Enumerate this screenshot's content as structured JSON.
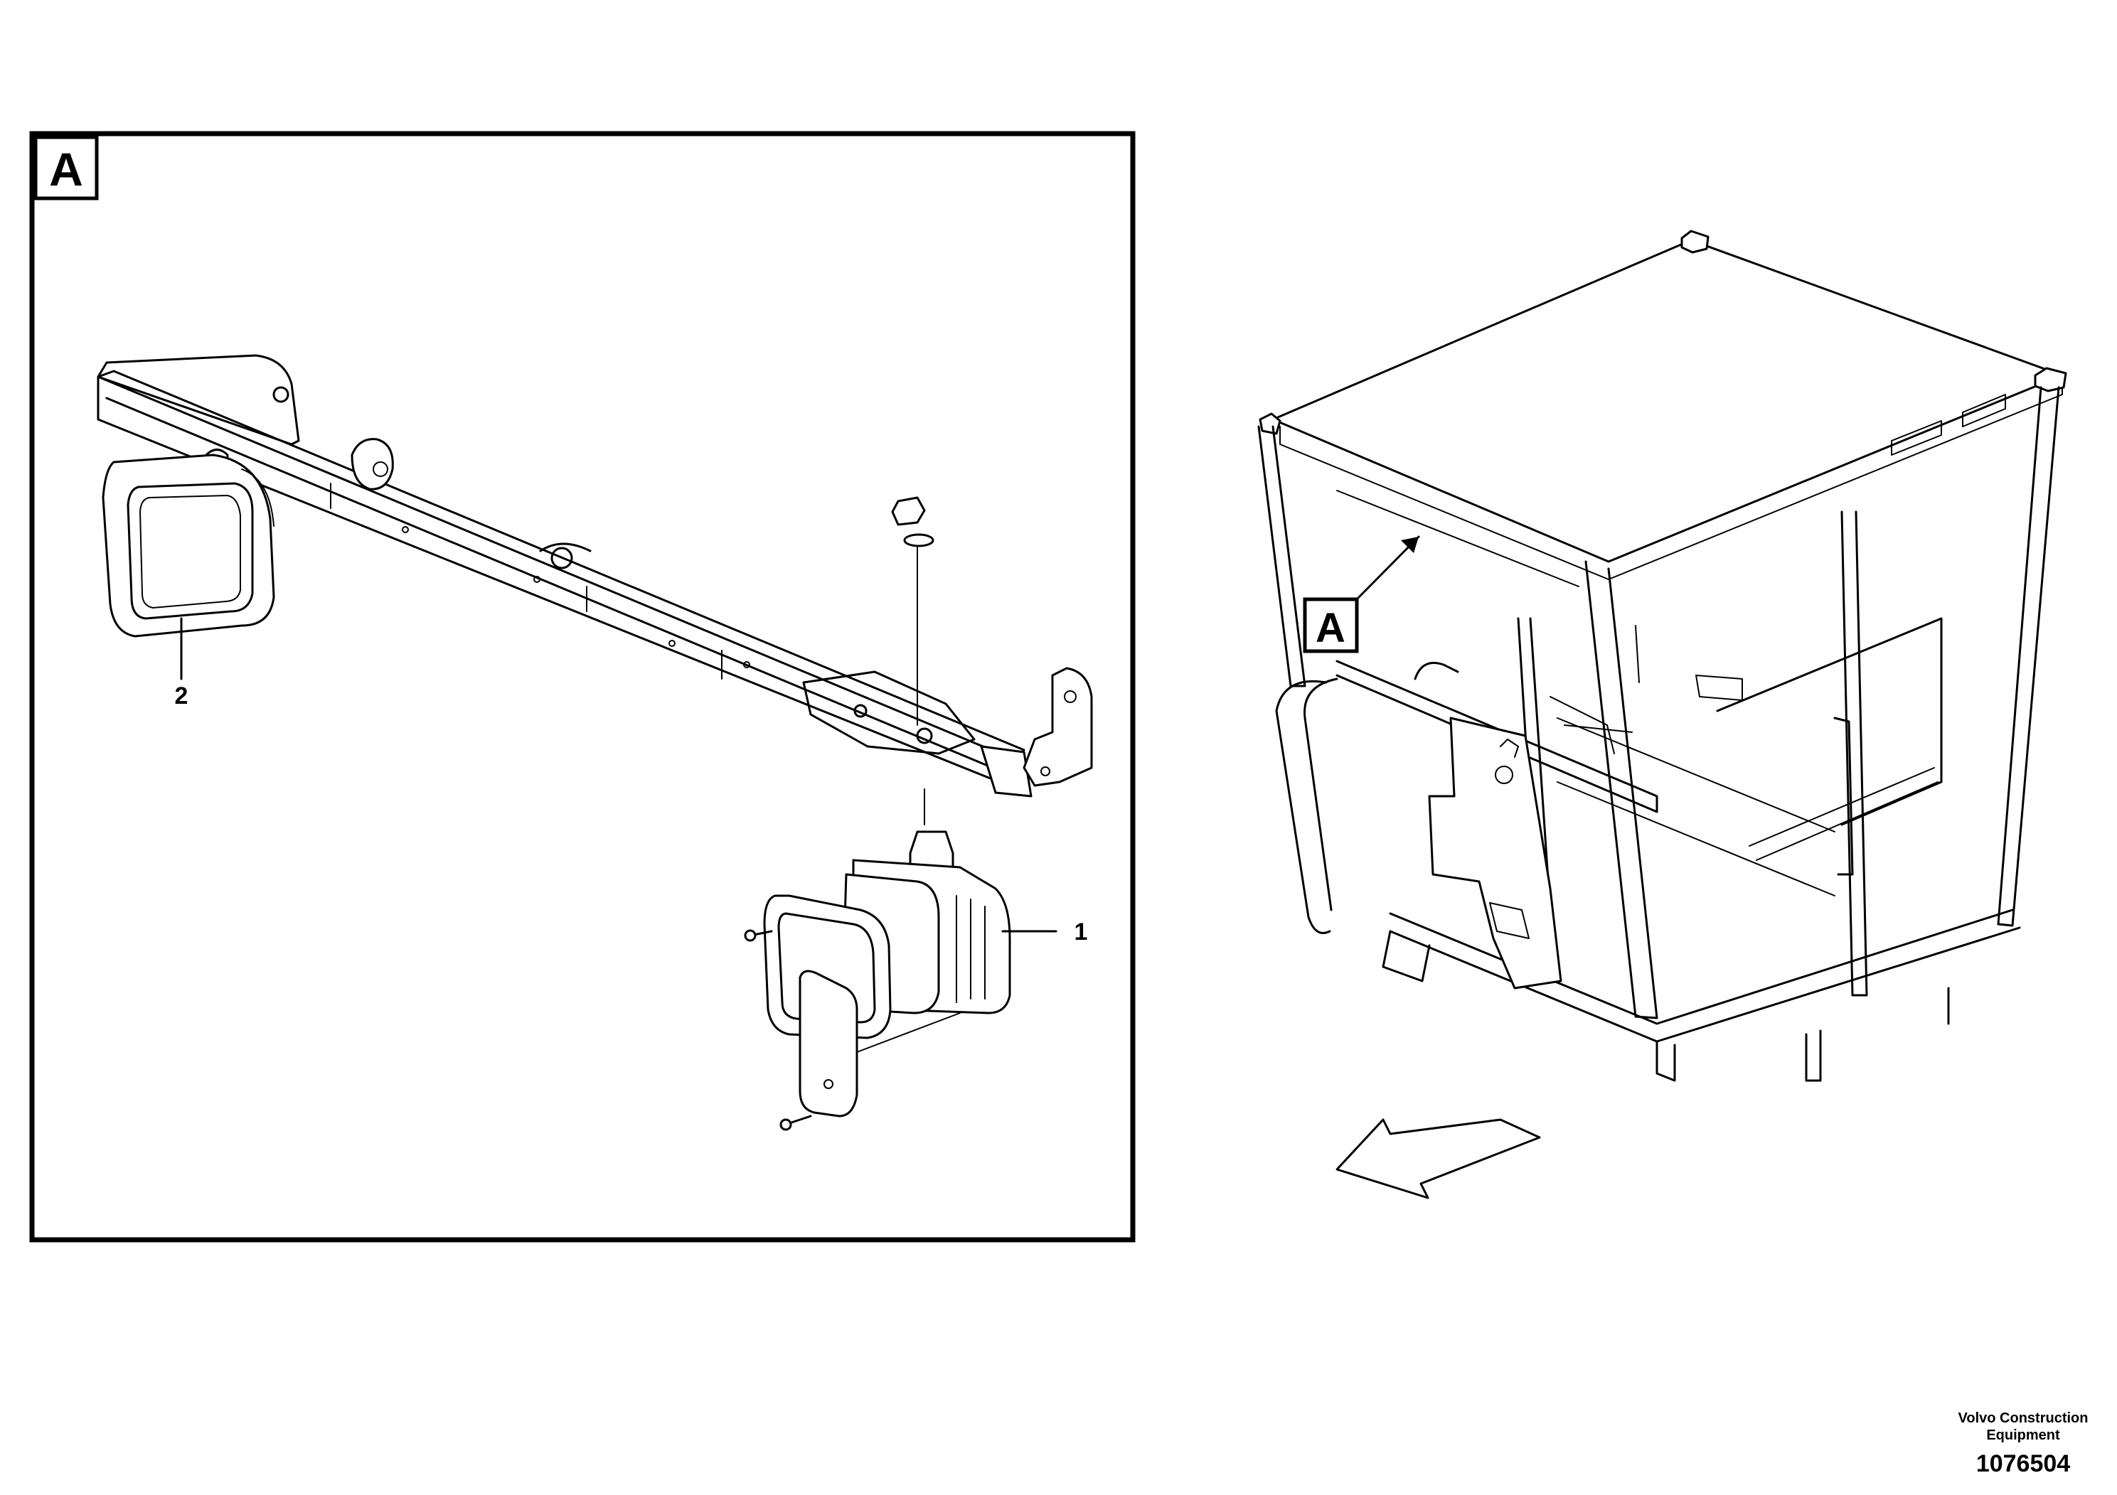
{
  "detail_box": {
    "label": "A"
  },
  "callouts": {
    "item_1": "1",
    "item_2": "2"
  },
  "overview": {
    "reference_label": "A"
  },
  "footer": {
    "manufacturer": "Volvo Construction Equipment",
    "part_number": "1076504"
  }
}
